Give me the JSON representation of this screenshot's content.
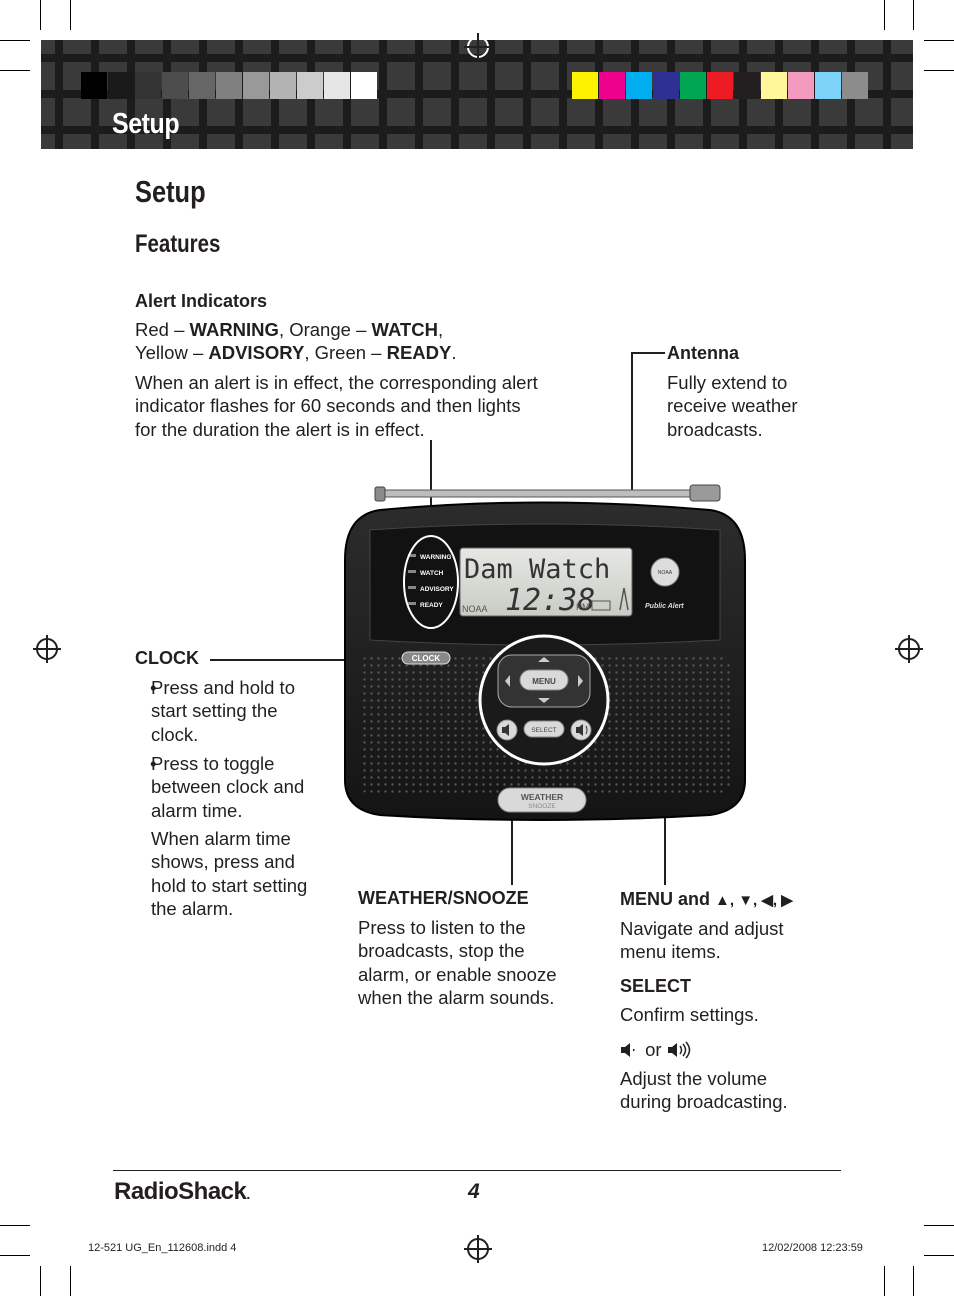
{
  "header": {
    "banner_title": "Setup",
    "gray_swatches": [
      "#000000",
      "#1a1a1a",
      "#333333",
      "#4d4d4d",
      "#666666",
      "#808080",
      "#999999",
      "#b3b3b3",
      "#cccccc",
      "#e6e6e6",
      "#ffffff"
    ],
    "color_swatches": [
      "#fff200",
      "#ec008c",
      "#00aeef",
      "#2e3192",
      "#00a651",
      "#ed1c24",
      "#231f20",
      "#fff799",
      "#f49ac1",
      "#7dd3f7",
      "#8c8c8c"
    ]
  },
  "page_title": "Setup",
  "section_title": "Features",
  "alert": {
    "heading": "Alert Indicators",
    "line1_red": "Red – ",
    "line1_warning": "WARNING",
    "line1_orange": ", Orange – ",
    "line1_watch": "WATCH",
    "line1_end": ",",
    "line2_yellow": "Yellow – ",
    "line2_advisory": "ADVISORY",
    "line2_green": ", Green – ",
    "line2_ready": "READY",
    "line2_end": ".",
    "body": "When an alert is in effect, the corresponding alert indicator flashes for 60 seconds and then lights for the duration the alert is in effect."
  },
  "antenna": {
    "heading": "Antenna",
    "body": "Fully extend to receive weather broadcasts."
  },
  "clock": {
    "heading": "CLOCK",
    "bullet1": "Press and hold to start setting the clock.",
    "bullet2": "Press to toggle between clock and alarm time.",
    "note": "When alarm time shows, press and hold to start setting the alarm."
  },
  "weather": {
    "heading": "WEATHER/SNOOZE",
    "body": "Press to listen to the broadcasts, stop the alarm, or enable snooze when the alarm sounds."
  },
  "menu": {
    "heading_prefix": "MENU and ",
    "arrows": "▲, ▼, ◀, ▶",
    "body": "Navigate and adjust menu items."
  },
  "select": {
    "heading": "SELECT",
    "body": "Confirm settings."
  },
  "volume": {
    "or": " or ",
    "body": "Adjust the volume during broadcasting."
  },
  "device": {
    "lcd_text": "Dam Watch",
    "lcd_time": "12:38",
    "lcd_noaa": "NOAA",
    "lcd_pm": "PM",
    "indicators": [
      "WARNING",
      "WATCH",
      "ADVISORY",
      "READY"
    ],
    "clock_btn": "CLOCK",
    "menu_btn": "MENU",
    "select_btn": "SELECT",
    "weather_btn": "WEATHER",
    "snooze_btn": "SNOOZE",
    "public_alert": "Public Alert",
    "noaa_logo": "NOAA"
  },
  "footer": {
    "logo": "RadioShack",
    "logo_dot": ".",
    "page_number": "4",
    "slug_left": "12-521 UG_En_112608.indd   4",
    "slug_right": "12/02/2008   12:23:59"
  }
}
